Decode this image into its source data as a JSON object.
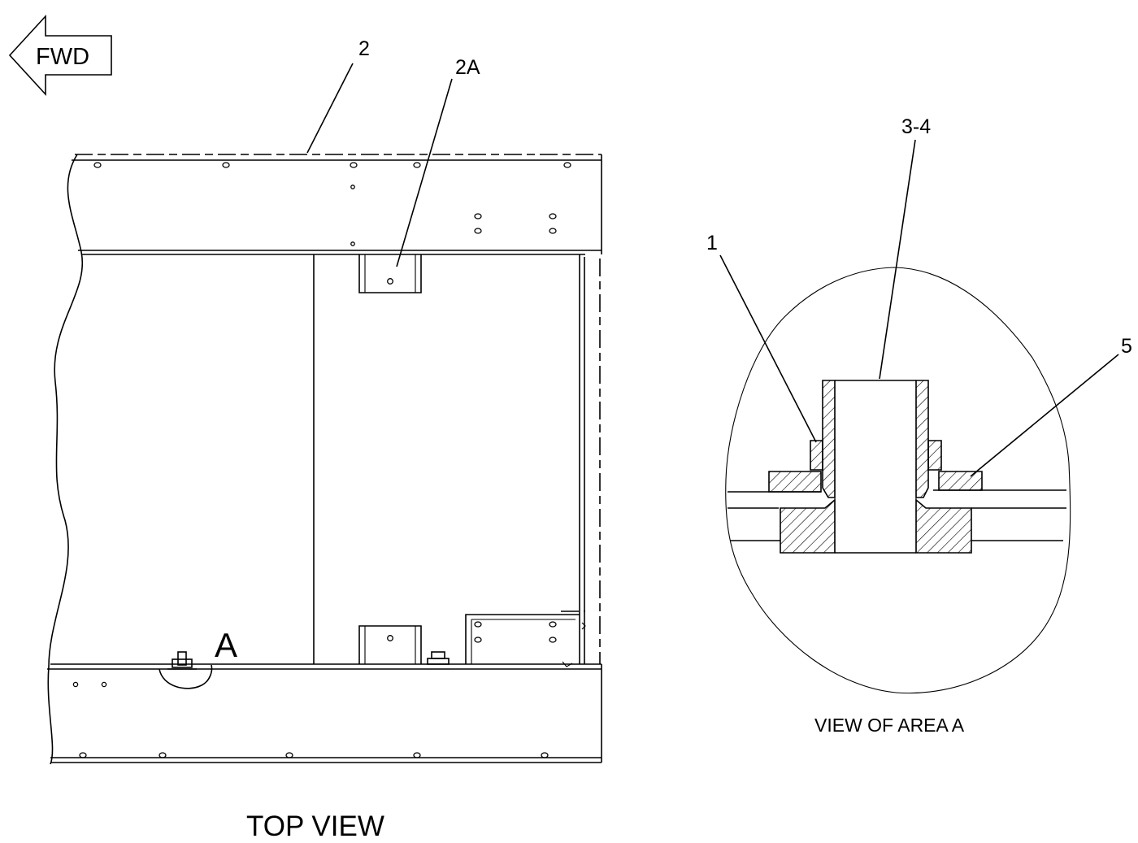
{
  "direction_label": "FWD",
  "callouts": {
    "c2": "2",
    "c2a": "2A",
    "c1": "1",
    "c34": "3-4",
    "c5": "5",
    "area_marker": "A"
  },
  "captions": {
    "top_view": "TOP VIEW",
    "detail_view": "VIEW OF AREA A"
  }
}
